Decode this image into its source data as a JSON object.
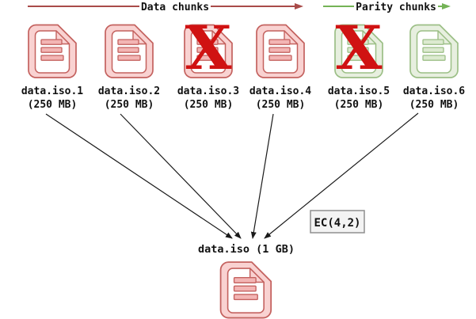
{
  "header": {
    "data_label": "Data chunks",
    "parity_label": "Parity chunks"
  },
  "chunks": [
    {
      "name": "data.iso.1",
      "size": "(250 MB)",
      "type": "data",
      "failed": false
    },
    {
      "name": "data.iso.2",
      "size": "(250 MB)",
      "type": "data",
      "failed": false
    },
    {
      "name": "data.iso.3",
      "size": "(250 MB)",
      "type": "data",
      "failed": true
    },
    {
      "name": "data.iso.4",
      "size": "(250 MB)",
      "type": "data",
      "failed": false
    },
    {
      "name": "data.iso.5",
      "size": "(250 MB)",
      "type": "parity",
      "failed": true
    },
    {
      "name": "data.iso.6",
      "size": "(250 MB)",
      "type": "parity",
      "failed": false
    }
  ],
  "ec_label": "EC(4,2)",
  "output": {
    "label": "data.iso (1 GB)"
  },
  "icons": {
    "failed_mark": "X"
  },
  "colors": {
    "header_red": "#a94b49",
    "header_green": "#74b356",
    "x_mark": "#d01212",
    "arrow_black": "#1a1a1a",
    "data_chunk": {
      "line": "#c4625f",
      "body": "#f9d2d1",
      "bar": "#f3b5b4"
    },
    "parity_chunk": {
      "line": "#9cbf86",
      "body": "#e7efdf",
      "bar": "#dcead0"
    }
  }
}
